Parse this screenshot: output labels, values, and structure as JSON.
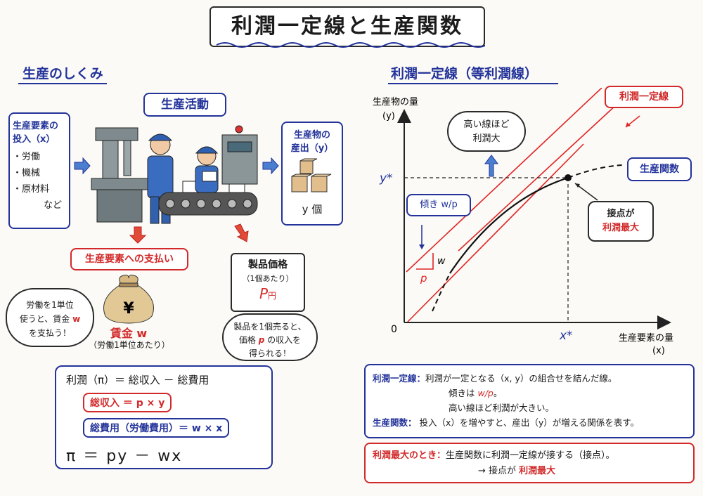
{
  "title": "利潤一定線と生産関数",
  "left": {
    "heading": "生産のしくみ",
    "activity_label": "生産活動",
    "inputs": {
      "title_line1": "生産要素の",
      "title_line2": "投入（x）",
      "items": [
        "・労働",
        "・機械",
        "・原材料"
      ],
      "etc": "など"
    },
    "output": {
      "line1": "生産物の",
      "line2": "産出（y）",
      "count": "y 個"
    },
    "payment_label": "生産要素への支払い",
    "wage_label": "賃金 w",
    "wage_note": "（労働1単位あたり）",
    "yen_symbol": "¥",
    "bubble_left": [
      "労働を1単位",
      "使うと、賃金",
      "を支払う！"
    ],
    "bubble_left_var": "w",
    "price": {
      "line1": "製品価格",
      "line2": "（1個あたり）",
      "value": "P",
      "unit": "円"
    },
    "bubble_right": [
      "製品を1個売ると、",
      "価格",
      "の収入を",
      "得られる！"
    ],
    "bubble_right_var": "p",
    "formula": {
      "profit": "利潤（π）＝ 総収入 － 総費用",
      "revenue": "総収入 ＝ p × y",
      "cost": "総費用（労働費用）＝ w × x",
      "final": "π ＝ py － wx"
    }
  },
  "right": {
    "heading": "利潤一定線（等利潤線）",
    "y_axis_label": "生産物の量",
    "y_axis_var": "(y)",
    "x_axis_label": "生産要素の量",
    "x_axis_var": "(x)",
    "origin": "0",
    "y_star": "y*",
    "x_star": "x*",
    "higher_line_note": [
      "高い線ほど",
      "利潤大"
    ],
    "isoprofit_label": "利潤一定線",
    "production_label": "生産関数",
    "slope_label": "傾き w/p",
    "slope_w": "w",
    "slope_p": "p",
    "tangent_note": [
      "接点が",
      "利潤最大"
    ]
  },
  "chart_data": {
    "type": "line",
    "xlabel": "生産要素の量 (x)",
    "ylabel": "生産物の量 (y)",
    "series": [
      {
        "name": "生産関数",
        "kind": "concave curve"
      },
      {
        "name": "利潤一定線",
        "kind": "parallel lines",
        "count": 3,
        "slope": "w/p"
      }
    ],
    "annotations": [
      "y*",
      "x*",
      "傾き w/p",
      "接点が 利潤最大"
    ]
  },
  "definitions": {
    "isoprofit_term": "利潤一定線：",
    "isoprofit_desc1": "利潤が一定となる（x, y）の組合せを結んだ線。",
    "isoprofit_desc2_pre": "傾きは",
    "isoprofit_desc2_val": "w/p",
    "isoprofit_desc2_post": "。",
    "isoprofit_desc3": "高い線ほど利潤が大きい。",
    "production_term": "生産関数：",
    "production_desc": "投入（x）を増やすと、産出（y）が増える関係を表す。"
  },
  "conclusion": {
    "term": "利潤最大のとき：",
    "desc": "生産関数に利潤一定線が接する（接点）。",
    "arrow": "→ 接点が",
    "result": "利潤最大"
  },
  "colors": {
    "blue": "#23339a",
    "red": "#d22a2a"
  }
}
